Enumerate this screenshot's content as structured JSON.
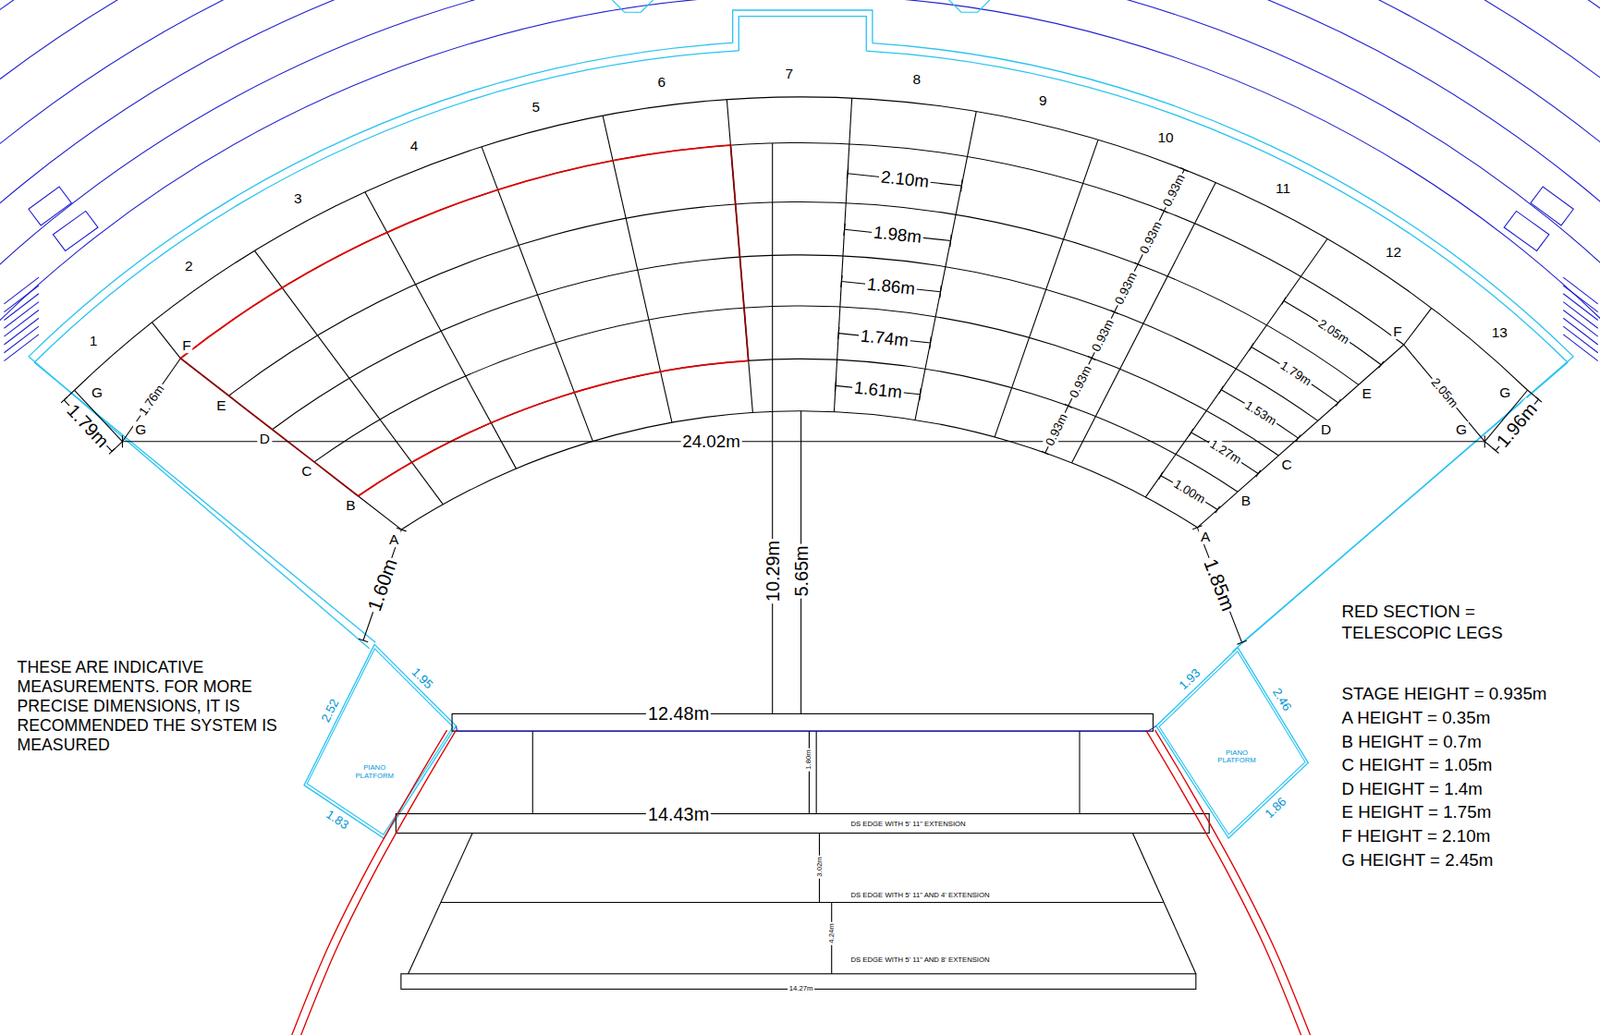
{
  "diagram": {
    "labels": [
      "1",
      "2",
      "3",
      "4",
      "5",
      "6",
      "7",
      "8",
      "9",
      "10",
      "11",
      "12",
      "13",
      "F",
      "E",
      "D",
      "C",
      "B",
      "A",
      "G",
      "G",
      "F",
      "E",
      "D",
      "C",
      "B",
      "A",
      "G",
      "G",
      "1.79m",
      "1.76m",
      "24.02m",
      "1.96m",
      "2.10m",
      "1.98m",
      "1.86m",
      "1.74m",
      "1.61m",
      "0.93m",
      "0.93m",
      "0.93m",
      "0.93m",
      "0.93m",
      "0.93m",
      "2.05m",
      "1.79m",
      "1.53m",
      "1.27m",
      "1.00m",
      "2.05m",
      "1.60m",
      "1.85m",
      "10.29m",
      "5.65m",
      "12.48m",
      "14.43m",
      "1.80m",
      "3.02m",
      "4.24m",
      "14.27m",
      "DS EDGE WITH 5' 11\" EXTENSION",
      "DS EDGE WITH 5' 11\" AND 4' EXTENSION",
      "DS EDGE WITH 5' 11\" AND 8' EXTENSION",
      "1.95",
      "2.52",
      "1.83",
      "PIANO PLATFORM",
      "1.93",
      "2.46",
      "1.86",
      "PIANO PLATFORM",
      "THESE ARE INDICATIVE MEASUREMENTS. FOR MORE PRECISE DIMENSIONS, IT IS RECOMMENDED THE SYSTEM IS MEASURED",
      "RED SECTION = TELESCOPIC LEGS",
      "STAGE HEIGHT = 0.935m",
      "A HEIGHT = 0.35m",
      "B HEIGHT = 0.7m",
      "C HEIGHT = 1.05m",
      "D HEIGHT = 1.4m",
      "E HEIGHT = 1.75m",
      "F HEIGHT = 2.10m",
      "G HEIGHT = 2.45m"
    ]
  }
}
